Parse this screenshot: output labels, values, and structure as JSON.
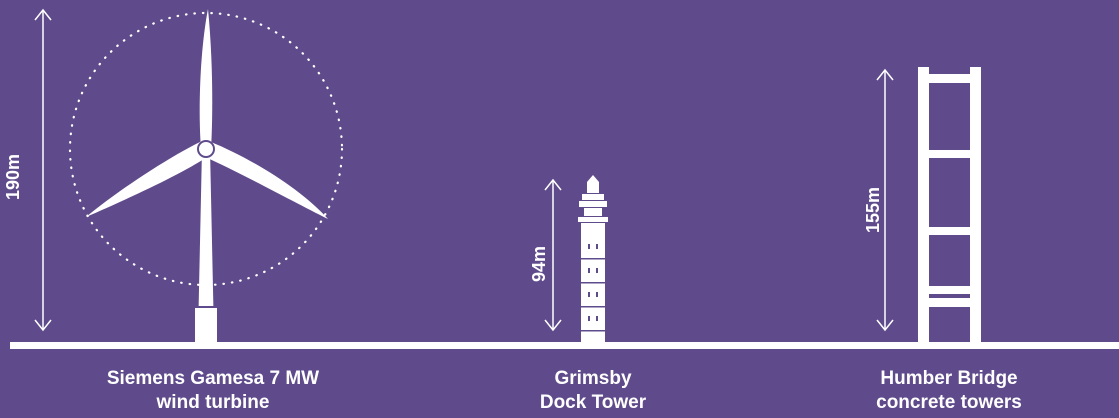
{
  "colors": {
    "background": "#5f4b8b",
    "foreground": "#ffffff"
  },
  "structures": [
    {
      "id": "turbine",
      "height_label": "190m",
      "height_m": 190,
      "caption_line1": "Siemens Gamesa 7 MW",
      "caption_line2": "wind turbine",
      "icon": "wind-turbine-icon"
    },
    {
      "id": "dock-tower",
      "height_label": "94m",
      "height_m": 94,
      "caption_line1": "Grimsby",
      "caption_line2": "Dock Tower",
      "icon": "dock-tower-icon"
    },
    {
      "id": "bridge",
      "height_label": "155m",
      "height_m": 155,
      "caption_line1": "Humber Bridge",
      "caption_line2": "concrete towers",
      "icon": "bridge-tower-icon"
    }
  ]
}
